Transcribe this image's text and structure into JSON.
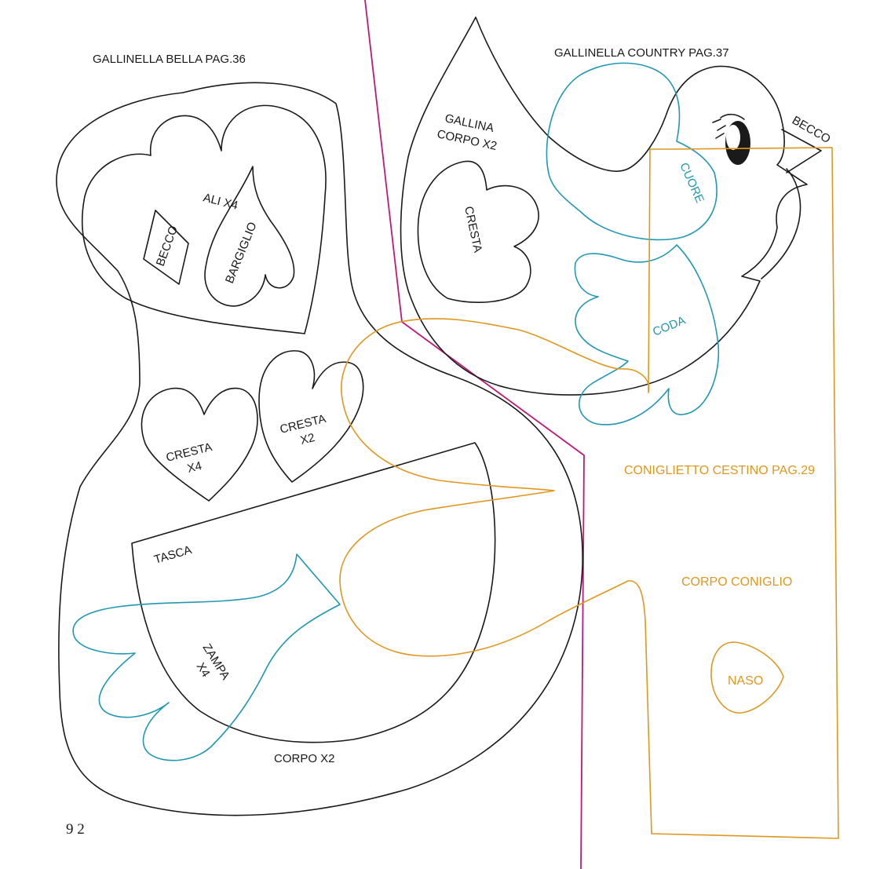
{
  "sections": {
    "gallinella_bella": "GALLINELLA BELLA PAG.36",
    "gallinella_country": "GALLINELLA COUNTRY PAG.37",
    "coniglietto_cestino": "CONIGLIETTO CESTINO PAG.29"
  },
  "pieces": {
    "ali": "ALI X4",
    "becco_bella": "BECCO",
    "bargiglio": "BARGIGLIO",
    "cresta_x4_line1": "CRESTA",
    "cresta_x4_line2": "X4",
    "cresta_x2_line1": "CRESTA",
    "cresta_x2_line2": "X2",
    "tasca": "TASCA",
    "zampa_line1": "ZAMPA",
    "zampa_line2": "X4",
    "corpo": "CORPO X2",
    "gallina_line1": "GALLINA",
    "gallina_line2": "CORPO X2",
    "cresta_country": "CRESTA",
    "cuore": "CUORE",
    "coda": "CODA",
    "becco_country": "BECCO",
    "corpo_coniglio": "CORPO CONIGLIO",
    "naso": "NASO"
  },
  "page_number": "9 2",
  "colors": {
    "outline": "#1a1a1a",
    "divider": "#c2177a",
    "coniglio": "#e0971e",
    "country_accent": "#1f98b3"
  }
}
